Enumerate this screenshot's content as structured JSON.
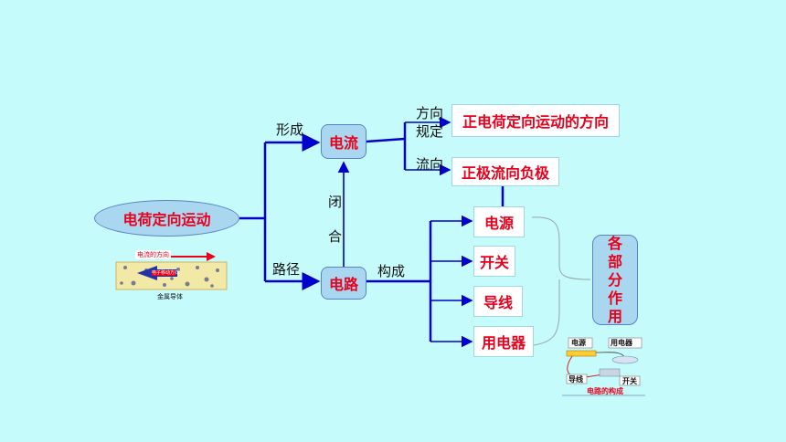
{
  "nodes": {
    "motion": "电荷定向运动",
    "current": "电流",
    "circuit": "电路",
    "direction_def": "正电荷定向运动的方向",
    "flow_dir": "正极流向负极",
    "power": "电源",
    "switch": "开关",
    "wire": "导线",
    "appliance": "用电器",
    "roles": [
      "各",
      "部",
      "分",
      "作",
      "用"
    ]
  },
  "labels": {
    "form": "形成",
    "path": "路径",
    "close_1": "闭",
    "close_2": "合",
    "compose": "构成",
    "direction": "方向",
    "rule": "规定",
    "flow": "流向"
  },
  "illustration_left": {
    "arrow_caption": "电流的方向",
    "inner_caption": "电子移动方向",
    "conductor_caption": "金属导体"
  },
  "illustration_right": {
    "power": "电源",
    "appliance": "用电器",
    "wire": "导线",
    "switch": "开关",
    "caption": "电路的构成"
  },
  "colors": {
    "background": "#c6fbfc",
    "line": "#0000cc",
    "node_text": "#e8001c",
    "node_fill": "#a9d7ef"
  }
}
